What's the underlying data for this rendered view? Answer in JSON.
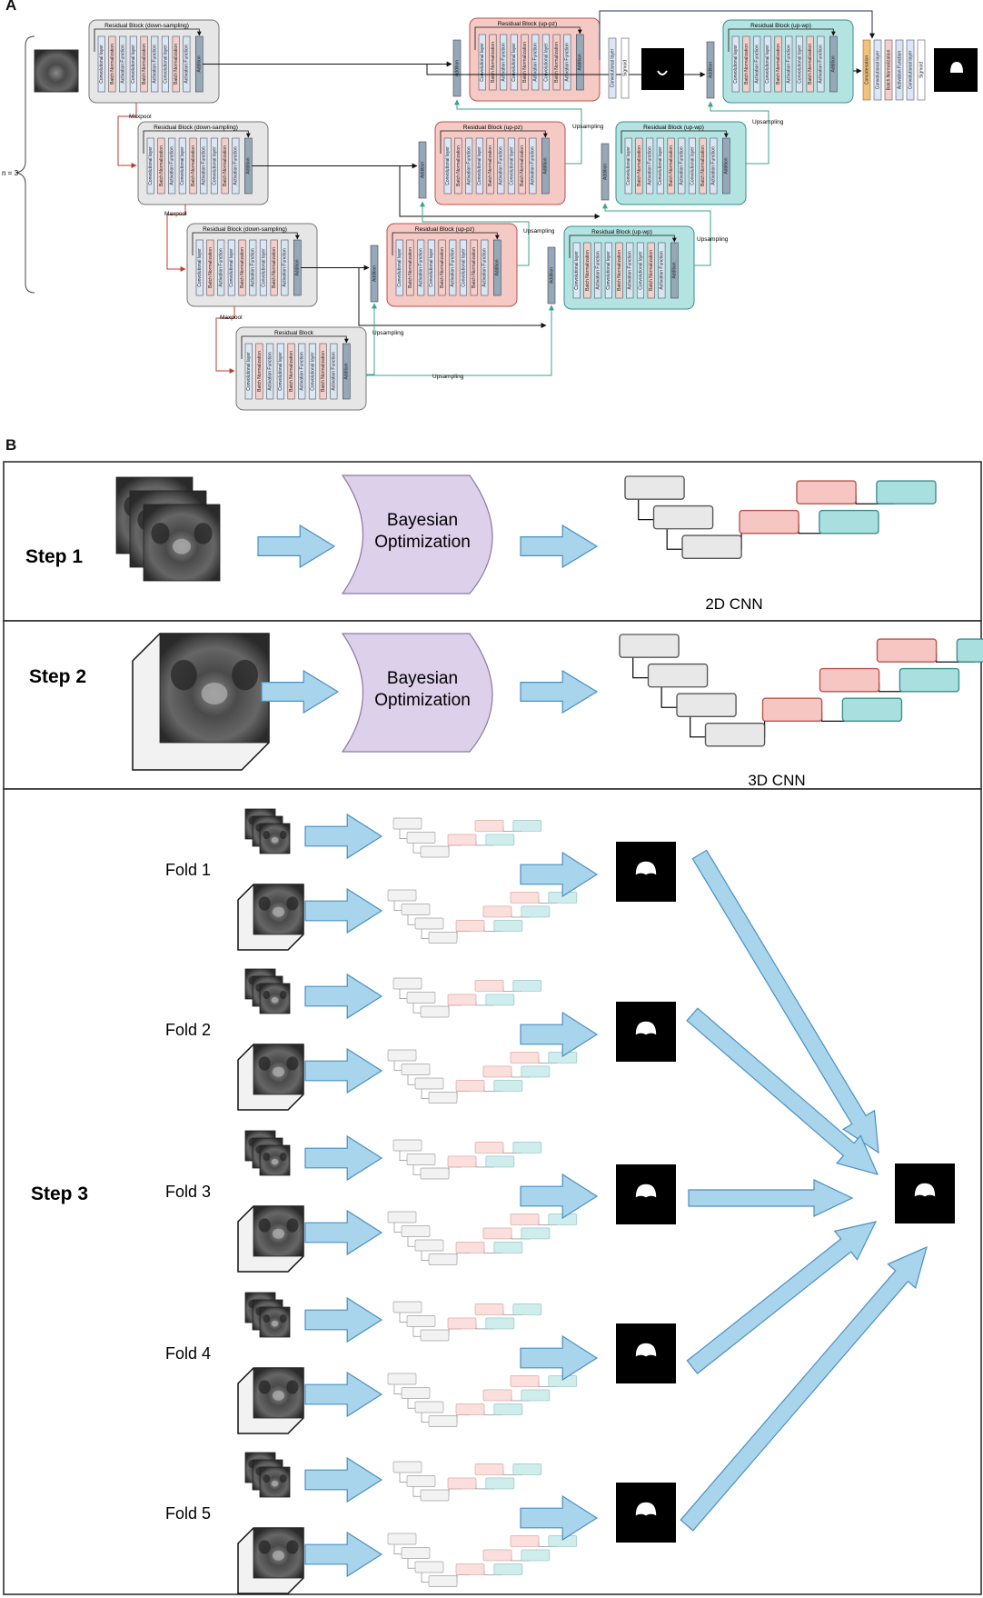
{
  "panel_a": {
    "label": "A",
    "n_label": "n = 3",
    "block_down_title": "Residual Block (down-sampling)",
    "block_pz_title": "Residual Block (up-pz)",
    "block_wp_title": "Residual Block (up-wp)",
    "block_bottom_title": "Residual Block",
    "layers": [
      "Convolutional layer",
      "Batch Normalization",
      "Activation Function",
      "Convolutional layer",
      "Batch Normalization",
      "Activation Function",
      "Convolutional layer",
      "Batch Normalization",
      "Activation Function"
    ],
    "addition_label": "Addition",
    "concatenation_label": "Concatenation",
    "conv_label": "Convolutional layer",
    "sigmoid_label": "Sigmoid",
    "maxpool_label": "Maxpool",
    "upsampling_label": "Upsampling",
    "colors": {
      "block_gray": "#e6e6e6",
      "block_pink": "#f5c9c4",
      "block_teal": "#b4e4e2",
      "layer_conv": "#dbe7f6",
      "layer_bn": "#f3cfc8",
      "layer_act": "#d7e4f2",
      "addition": "#94a8b8",
      "concat": "#f0c27a",
      "maxpool_line": "#c0392b",
      "upsample_line": "#3aa58c"
    }
  },
  "panel_b": {
    "label": "B",
    "steps": [
      {
        "label": "Step 1",
        "optimizer": "Bayesian\nOptimization",
        "result": "2D CNN"
      },
      {
        "label": "Step 2",
        "optimizer": "Bayesian\nOptimization",
        "result": "3D CNN"
      },
      {
        "label": "Step 3"
      }
    ],
    "folds": [
      "Fold 1",
      "Fold 2",
      "Fold 3",
      "Fold 4",
      "Fold 5"
    ],
    "colors": {
      "arrow_fill": "#a8d4ec",
      "arrow_stroke": "#4a90c2",
      "optimizer_fill": "#ddd0ea",
      "optimizer_stroke": "#8c7aa6"
    }
  }
}
